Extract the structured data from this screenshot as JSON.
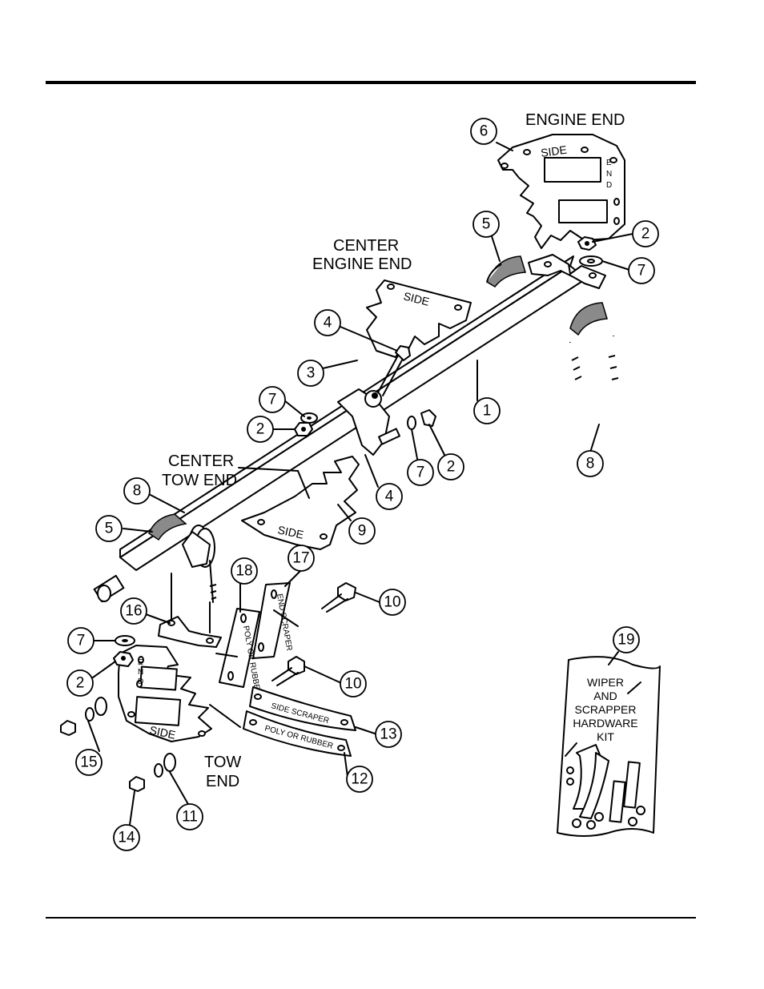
{
  "labels": {
    "engine_end": "ENGINE END",
    "center_engine_end_1": "CENTER",
    "center_engine_end_2": "ENGINE END",
    "center_tow_end_1": "CENTER",
    "center_tow_end_2": "TOW END",
    "tow_end_1": "TOW",
    "tow_end_2": "END"
  },
  "part_text": {
    "side": "SIDE",
    "end_letters": [
      "E",
      "N",
      "D"
    ],
    "side_scraper": "SIDE SCRAPER",
    "poly_or_rubber": "POLY OR RUBBER",
    "end_scraper": "END SCRAPER",
    "poly_or_rubber_vertical": "POLY OR RUBBER"
  },
  "kit": {
    "line1": "WIPER",
    "line2": "AND",
    "line3": "SCRAPPER",
    "line4": "HARDWARE",
    "line5": "KIT"
  },
  "callouts": [
    "1",
    "2",
    "2",
    "2",
    "2",
    "3",
    "4",
    "4",
    "5",
    "5",
    "6",
    "7",
    "7",
    "7",
    "7",
    "8",
    "8",
    "9",
    "10",
    "10",
    "11",
    "12",
    "13",
    "14",
    "15",
    "16",
    "17",
    "18",
    "19"
  ]
}
